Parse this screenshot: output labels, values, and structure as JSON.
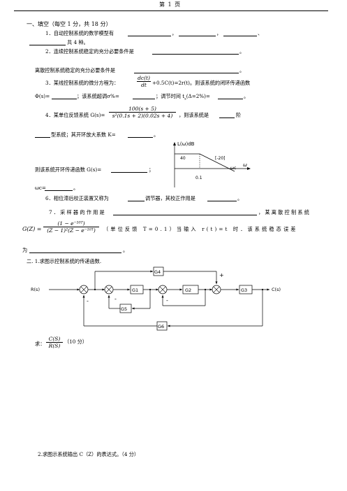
{
  "header": {
    "page_label": "第 1 页"
  },
  "section1": {
    "title": "一、填空（每空 1 分，共 18 分）",
    "q1": {
      "text": "1．自动控制系统的数学模型有",
      "sep1": "，",
      "sep2": "，",
      "sep3": "、",
      "line2": "共 4 种。"
    },
    "q2": {
      "text": "2．连续控制系统稳定的充分必要条件是",
      "end": "。"
    },
    "q2b": {
      "text": "离散控制系统稳定的充分必要条件是",
      "end": "。"
    },
    "q3": {
      "prefix": "3．某线控制系统的微分方程为：",
      "frac_num": "dc(t)",
      "frac_den": "dt",
      "mid": "+0.5C(t)=2r(t)。则该系统的闭环传递函数",
      "phi": "Φ(s)=",
      "overshoot": "；该系统超调σ%=",
      "settle": "；调节时间 t",
      "settle_sub": "s",
      "settle_cond": "(Δ=2%)=",
      "end": "。"
    },
    "q4": {
      "prefix": "4．某单位反馈系统 G(s)=",
      "frac_num": "100(s + 5)",
      "frac_den": "s²(0.1s + 2)(0.02s + 4)",
      "suffix": "，则该系统是",
      "order": "阶",
      "line2": "型系统；其开环放大系数 K=",
      "end": "。"
    },
    "bode": {
      "ylabel": "L(ω)dB",
      "y_tick": "40",
      "slope_label": "[-20]",
      "wc_label": "ωc",
      "x_axis_label": "ω",
      "x_tick": "0.1"
    },
    "q5": {
      "text": "则该系统开环传递函数 G(s)=",
      "sep": "；",
      "wc": "ωc=",
      "end": "。"
    },
    "q6": {
      "text": "6．相位滞后校正装置又称为",
      "mid": "调节器，其校正作用是",
      "end": "。"
    },
    "q7": {
      "text": "7．采样器的作用是",
      "mid": "，某离散控制系统",
      "gz_prefix": "G(Z) =",
      "frac_num": "(1 − e⁻¹⁰ᵀ)",
      "frac_den": "(Z − 1)²(Z − e⁻¹⁰ᵀ)",
      "cond": "（单位反馈 T=0.1）当输入 r(t)=t 时．该系统稳态误差",
      "line2": "为",
      "end": "。"
    }
  },
  "section2": {
    "title": "二. 1.求图示控制系统的传递函数.",
    "diagram": {
      "input": "R(s)",
      "output": "C(s)",
      "blocks": [
        "G1",
        "G2",
        "G3",
        "G4",
        "G5",
        "G6"
      ],
      "signs": {
        "g4_plus": "+",
        "outer_minus": "-",
        "g5_minus": "-",
        "g2_minus": "-"
      }
    },
    "ask": {
      "prefix": "求：",
      "frac_num": "C(S)",
      "frac_den": "R(S)",
      "points": "（10 分）"
    },
    "q2": "2.求图示系统输出 C（Z）的表达式。（4 分）"
  }
}
